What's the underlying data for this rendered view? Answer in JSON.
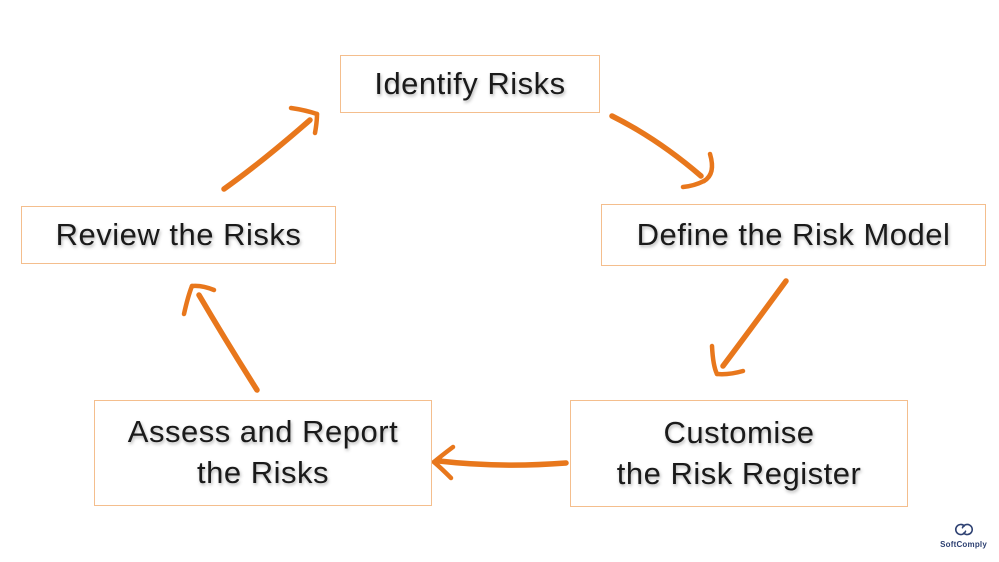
{
  "colors": {
    "background": "#FFFFFF",
    "arrow": "#E8771C",
    "box_border": "#F4BE8D",
    "box_background": "#FFFFFF",
    "text": "#1A1A1A",
    "logo": "#2E4172"
  },
  "diagram": {
    "type": "cycle",
    "nodes": {
      "identify": {
        "label": "Identify Risks"
      },
      "define": {
        "label": "Define the Risk Model"
      },
      "customise": {
        "line1": "Customise",
        "line2": "the Risk Register"
      },
      "assess": {
        "line1": "Assess and Report",
        "line2": "the Risks"
      },
      "review": {
        "label": "Review the Risks"
      }
    },
    "edges": [
      {
        "from": "Identify Risks",
        "to": "Define the Risk Model"
      },
      {
        "from": "Define the Risk Model",
        "to": "Customise the Risk Register"
      },
      {
        "from": "Customise the Risk Register",
        "to": "Assess and Report the Risks"
      },
      {
        "from": "Assess and Report the Risks",
        "to": "Review the Risks"
      },
      {
        "from": "Review the Risks",
        "to": "Identify Risks"
      }
    ]
  },
  "branding": {
    "name": "SoftComply"
  }
}
